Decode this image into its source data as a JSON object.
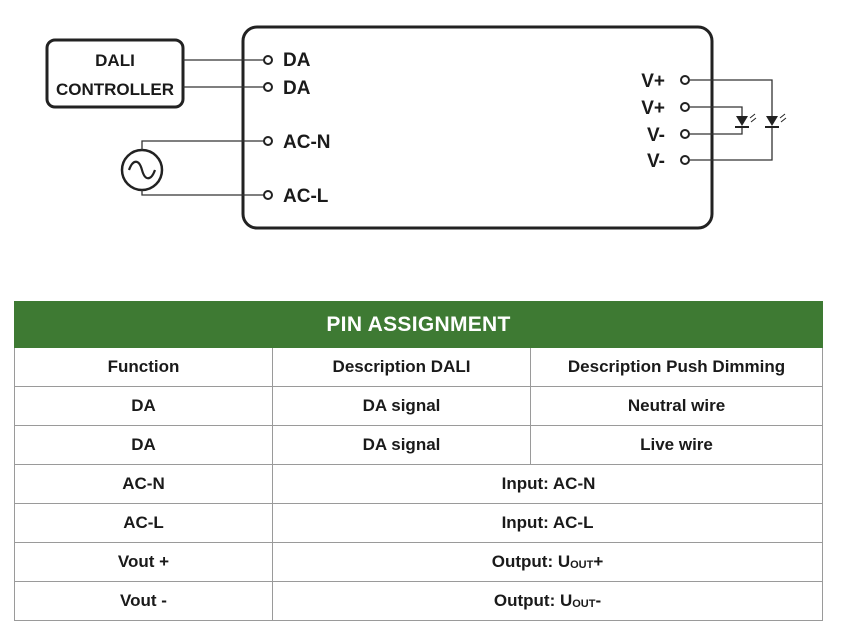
{
  "diagram": {
    "controller_line1": "DALI",
    "controller_line2": "CONTROLLER",
    "left_pins": [
      "DA",
      "DA",
      "AC-N",
      "AC-L"
    ],
    "right_pins": [
      "V+",
      "V+",
      "V-",
      "V-"
    ]
  },
  "table": {
    "title": "PIN ASSIGNMENT",
    "accent_color": "#3e7a33",
    "headers": [
      "Function",
      "Description DALI",
      "Description Push Dimming"
    ],
    "rows": [
      {
        "function": "DA",
        "dali": "DA signal",
        "push": "Neutral wire"
      },
      {
        "function": "DA",
        "dali": "DA signal",
        "push": "Live wire"
      },
      {
        "function": "AC-N",
        "merged": "Input: AC-N"
      },
      {
        "function": "AC-L",
        "merged": "Input: AC-L"
      },
      {
        "function": "Vout +",
        "merged_prefix": "Output: U",
        "merged_sub": "OUT",
        "merged_suffix": "+"
      },
      {
        "function": "Vout -",
        "merged_prefix": "Output: U",
        "merged_sub": "OUT",
        "merged_suffix": "-"
      }
    ]
  }
}
